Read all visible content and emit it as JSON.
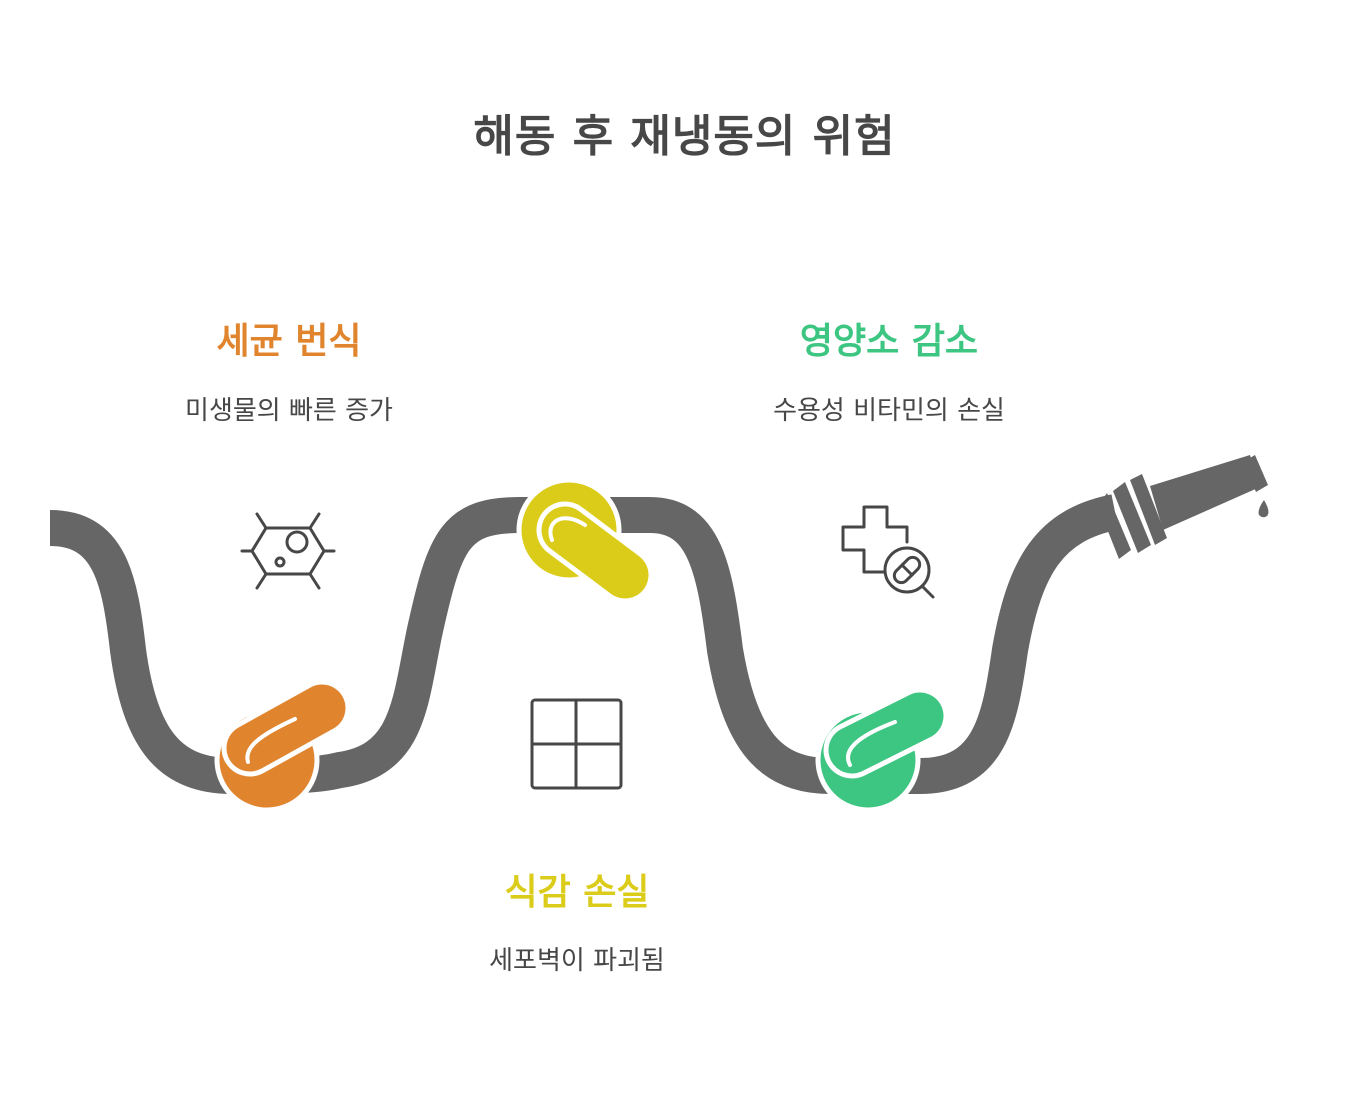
{
  "title": "해동 후 재냉동의 위험",
  "colors": {
    "hose": "#666666",
    "bacteria": "#E0852E",
    "texture": "#DCCC1A",
    "nutrient": "#3DC582",
    "text": "#474747",
    "icon": "#474747"
  },
  "items": [
    {
      "title": "세균 번식",
      "description": "미생물의 빠른 증가",
      "icon": "bacteria-icon",
      "color": "#E0852E"
    },
    {
      "title": "영양소 감소",
      "description": "수용성 비타민의 손실",
      "icon": "health-pill-search-icon",
      "color": "#3DC582"
    },
    {
      "title": "식감 손실",
      "description": "세포벽이 파괴됨",
      "icon": "grid-cells-icon",
      "color": "#DCCC1A"
    }
  ]
}
